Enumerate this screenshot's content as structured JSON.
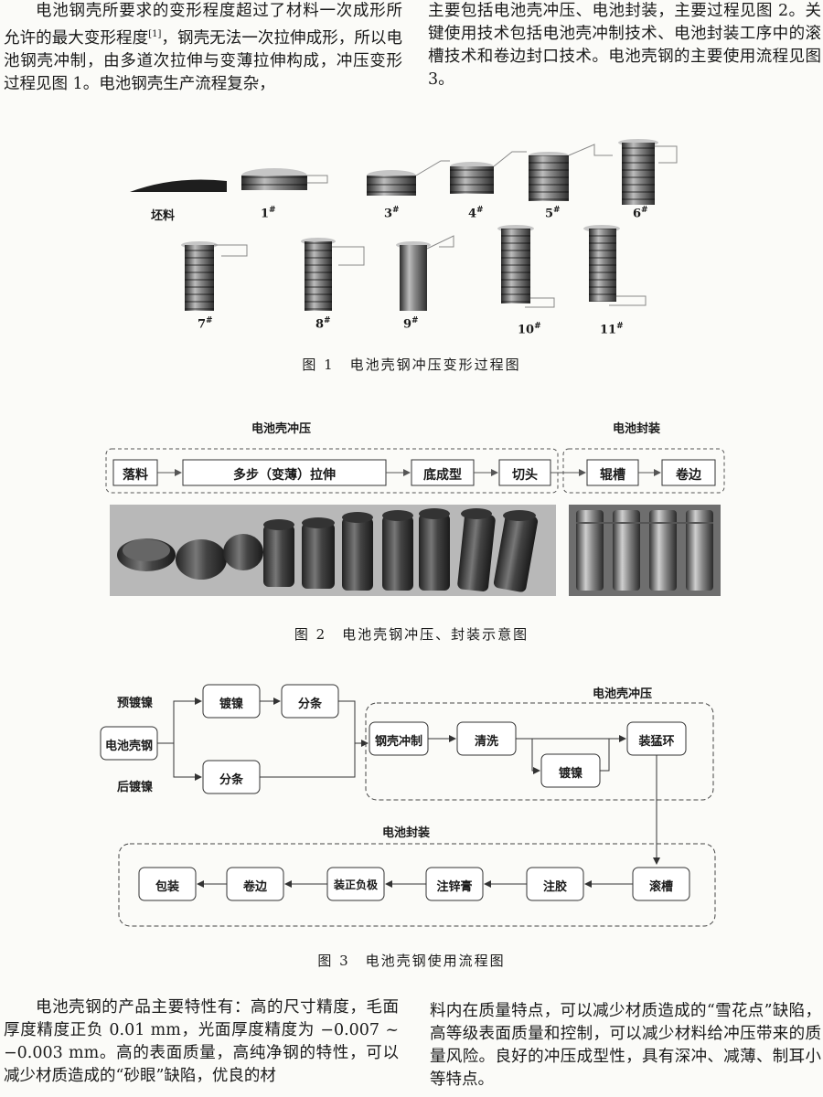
{
  "text_top_left": {
    "p1": "电池钢壳所要求的变形程度超过了材料一次成形所允许的最大变形程度",
    "ref": "[1]",
    "p1b": "，钢壳无法一次拉伸成形，所以电池钢壳冲制，由多道次拉伸与变薄拉伸构成，冲压变形过程见图 1。电池钢壳生产流程复杂，"
  },
  "text_top_right": "主要包括电池壳冲压、电池封装，主要过程见图 2。关键使用技术包括电池壳冲制技术、电池封装工序中的滚槽技术和卷边封口技术。电池壳钢的主要使用流程见图 3。",
  "fig1": {
    "caption": "图 1　电池壳钢冲压变形过程图",
    "labels": [
      "坯料",
      "1",
      "3",
      "4",
      "5",
      "6",
      "7",
      "8",
      "9",
      "10",
      "11"
    ],
    "mark": "#"
  },
  "fig2": {
    "group1_title": "电池壳冲压",
    "group2_title": "电池封装",
    "steps": [
      "落料",
      "多步（变薄）拉伸",
      "底成型",
      "切头",
      "辊槽",
      "卷边"
    ],
    "caption": "图 2　电池壳钢冲压、封装示意图"
  },
  "fig3": {
    "start": "电池壳钢",
    "pre_label": "预镀镍",
    "post_label": "后镀镍",
    "plate": "镀镍",
    "slit1": "分条",
    "slit2": "分条",
    "stamp_group": "电池壳冲压",
    "stamp_steps": [
      "钢壳冲制",
      "清洗",
      "镀镍",
      "装猛环"
    ],
    "seal_group": "电池封装",
    "seal_steps": [
      "滚槽",
      "注胶",
      "注锌膏",
      "装正负极",
      "卷边",
      "包装"
    ],
    "caption": "图 3　电池壳钢使用流程图"
  },
  "text_bottom_left": "电池壳钢的产品主要特性有：高的尺寸精度，毛面厚度精度正负 0.01 mm，光面厚度精度为 −0.007 ~ −0.003 mm。高的表面质量，高纯净钢的特性，可以减少材质造成的“砂眼”缺陷，优良的材",
  "text_bottom_right": "料内在质量特点，可以减少材质造成的“雪花点”缺陷，高等级表面质量和控制，可以减少材料给冲压带来的质量风险。良好的冲压成型性，具有深冲、减薄、制耳小等特点。"
}
